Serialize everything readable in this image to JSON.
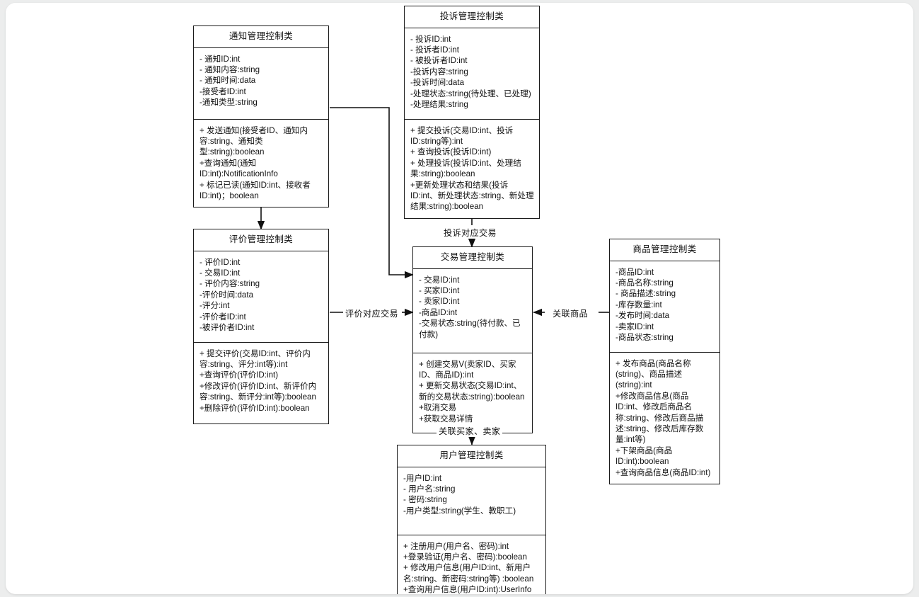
{
  "diagram": {
    "type": "uml-class-diagram",
    "background": "#eceded",
    "canvas_color": "#ffffff",
    "stroke_color": "#1a1a1a"
  },
  "classes": {
    "notification": {
      "title": "通知管理控制类",
      "attributes": [
        "- 通知ID:int",
        "- 通知内容:string",
        "- 通知时间:data",
        "-接受者ID:int",
        "-通知类型:string"
      ],
      "methods": [
        "+ 发送通知(接受者ID、通知内容:string、通知类型:string):boolean",
        "+查询通知(通知ID:int):NotificationInfo",
        "+ 标记已读(通知ID:int、接收者ID:int)；boolean"
      ]
    },
    "complaint": {
      "title": "投诉管理控制类",
      "attributes": [
        "- 投诉ID:int",
        "- 投诉者ID:int",
        "- 被投诉者ID:int",
        "-投诉内容:string",
        "-投诉时间:data",
        "-处理状态:string(待处理、已处理)",
        "-处理结果:string"
      ],
      "methods": [
        "+ 提交投诉(交易ID:int、投诉ID:string等):int",
        "+ 查询投诉(投诉ID:int)",
        "+ 处理投诉(投诉ID:int、处理结果:string):boolean",
        "+更新处理状态和结果(投诉ID:int、新处理状态:string、新处理结果:string):boolean"
      ]
    },
    "review": {
      "title": "评价管理控制类",
      "attributes": [
        "- 评价ID:int",
        "- 交易ID:int",
        "- 评价内容:string",
        "-评价时间:data",
        "-评分:int",
        "-评价者ID:int",
        "-被评价者ID:int"
      ],
      "methods": [
        "+ 提交评价(交易ID:int、评价内容:string、评分:int等):int",
        "+查询评价(评价ID:int)",
        "+修改评价(评价ID:int、新评价内容:string、新评分:int等):boolean",
        "+删除评价(评价ID:int):boolean"
      ]
    },
    "transaction": {
      "title": "交易管理控制类",
      "attributes": [
        "- 交易ID:int",
        "- 买家ID:int",
        "- 卖家ID:int",
        "-商品ID:int",
        "-交易状态:string(待付款、已付款)"
      ],
      "methods": [
        "+ 创建交易V(卖家ID、买家ID、商品ID):int",
        "+ 更新交易状态(交易ID:int、新的交易状态:string):boolean",
        "+取消交易",
        "+获取交易详情"
      ]
    },
    "product": {
      "title": "商品管理控制类",
      "attributes": [
        "-商品ID:int",
        "-商品名称:string",
        "- 商品描述:string",
        "-库存数量:int",
        "-发布时间:data",
        "-卖家ID:int",
        "-商品状态:string"
      ],
      "methods": [
        "+ 发布商品(商品名称(string)、商品描述(string):int",
        "+修改商品信息(商品ID:int、修改后商品名称:string、修改后商品描述:string、修改后库存数量:int等)",
        "+下架商品(商品ID:int):boolean",
        "+查询商品信息(商品ID:int)"
      ]
    },
    "user": {
      "title": "用户管理控制类",
      "attributes": [
        "-用户ID:int",
        "- 用户名:string",
        "- 密码:string",
        "-用户类型:string(学生、教职工)"
      ],
      "methods": [
        "+ 注册用户(用户名、密码):int",
        "+登录验证(用户名、密码):boolean",
        "+ 修改用户信息(用户ID:int、新用户名:string、新密码:string等) :boolean",
        "+查询用户信息(用户ID:int):UserInfo"
      ]
    }
  },
  "edge_labels": {
    "complaint_to_transaction": "投诉对应交易",
    "review_to_transaction": "评价对应交易",
    "product_to_transaction": "关联商品",
    "transaction_to_user": "关联买家、卖家"
  }
}
